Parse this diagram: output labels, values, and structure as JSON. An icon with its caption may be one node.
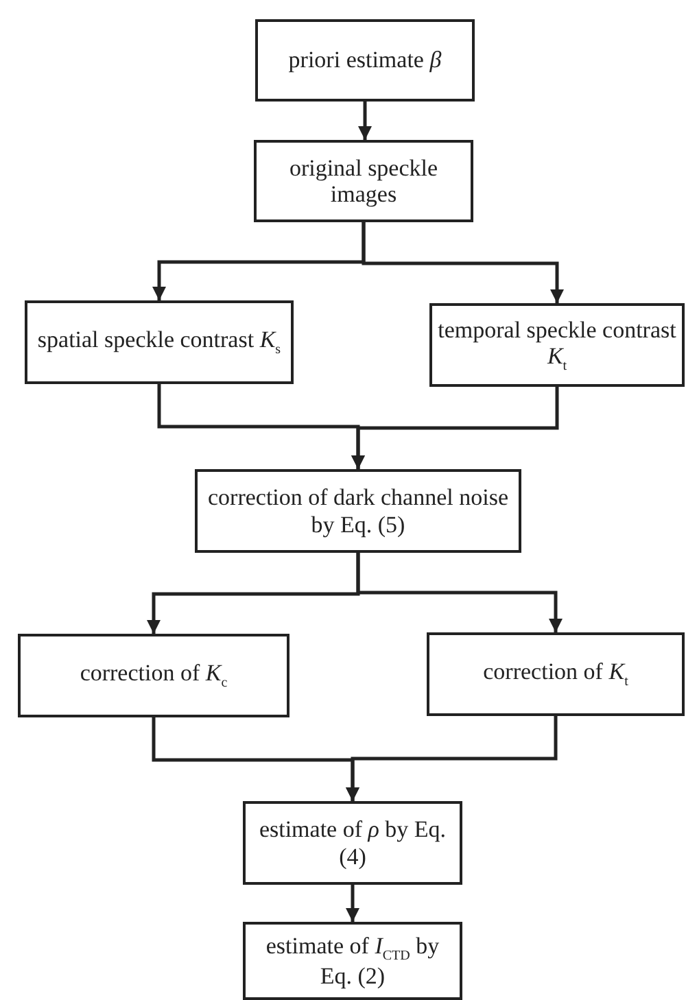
{
  "diagram": {
    "nodes": [
      {
        "text": [
          "priori estimate *β*"
        ]
      },
      {
        "text": [
          "original speckle images"
        ]
      },
      {
        "text": [
          "spatial speckle contrast *K*$_{s}$"
        ]
      },
      {
        "text": [
          "temporal speckle contrast *K*$_{t}$"
        ]
      },
      {
        "text": [
          "correction of dark channel noise by Eq. (5)"
        ]
      },
      {
        "text": [
          "correction of *K*$_{c}$"
        ]
      },
      {
        "text": [
          "correction of *K*$_{t}$"
        ]
      },
      {
        "text": [
          "estimate of *ρ* by Eq. (4)"
        ]
      },
      {
        "text": [
          "estimate of *I*$_{CTD}$ by Eq. (2)"
        ]
      }
    ],
    "edges": [
      {
        "from": 0,
        "to": 1,
        "arrow": "to"
      },
      {
        "from": 1,
        "to": 2,
        "arrow": "to"
      },
      {
        "from": 1,
        "to": 3,
        "arrow": "to"
      },
      {
        "from": 2,
        "to": 4,
        "arrow": "to"
      },
      {
        "from": 3,
        "to": 4,
        "arrow": "to"
      },
      {
        "from": 4,
        "to": 5,
        "arrow": "to"
      },
      {
        "from": 4,
        "to": 6,
        "arrow": "to"
      },
      {
        "from": 5,
        "to": 7,
        "arrow": "to"
      },
      {
        "from": 6,
        "to": 7,
        "arrow": "to"
      },
      {
        "from": 7,
        "to": 8,
        "arrow": "to"
      }
    ]
  }
}
